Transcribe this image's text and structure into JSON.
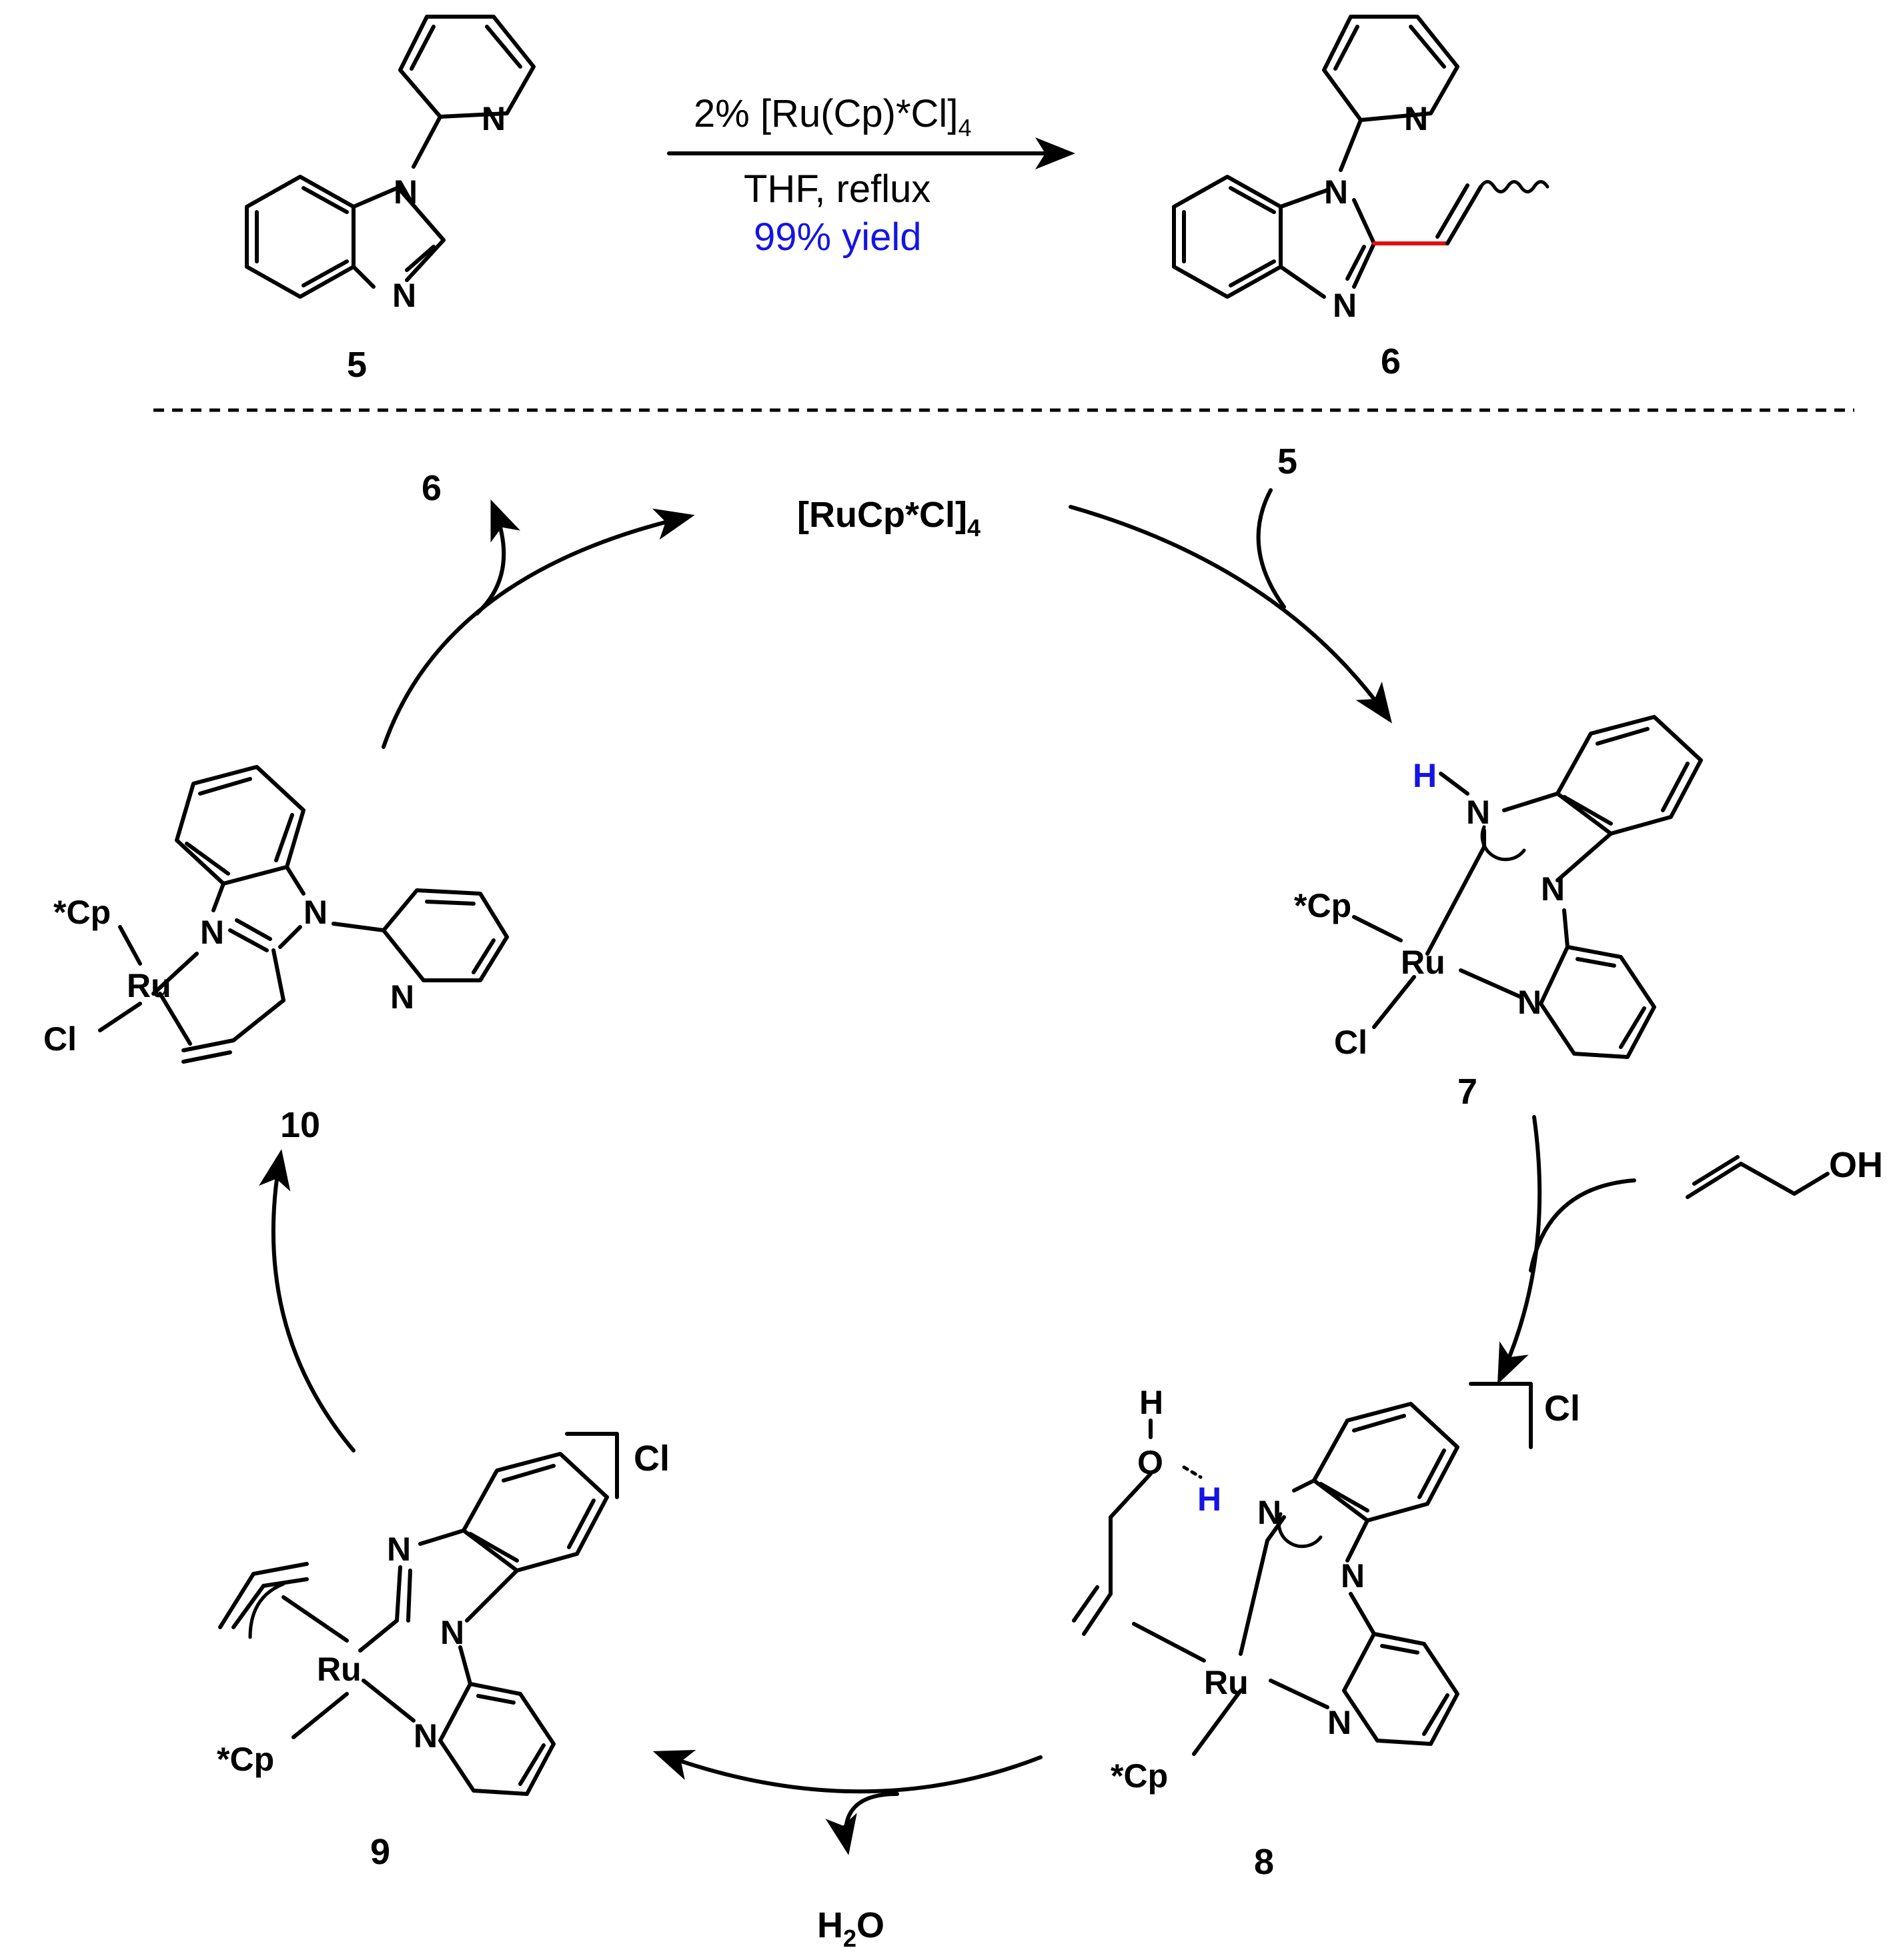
{
  "reaction": {
    "conditions_line1": "2% [Ru(Cp)*Cl]",
    "conditions_line1_sub": "4",
    "conditions_line2": "THF, reflux",
    "yield": "99% yield",
    "reactant_label": "5",
    "product_label": "6"
  },
  "cycle": {
    "catalyst": "[RuCp*Cl]",
    "catalyst_sub": "4",
    "incoming_5": "5",
    "outgoing_6": "6",
    "byproduct": "H",
    "byproduct_sub": "2",
    "byproduct_tail": "O",
    "allyl_alcohol_oh": "OH"
  },
  "intermediates": {
    "i7": "7",
    "i8": "8",
    "i9": "9",
    "i10": "10"
  },
  "atoms": {
    "N": "N",
    "Ru": "Ru",
    "Cl": "Cl",
    "Cp": "*Cp",
    "H": "H",
    "O": "O"
  },
  "colors": {
    "accent_blue": "#1414e6",
    "new_bond_red": "#e01010"
  }
}
